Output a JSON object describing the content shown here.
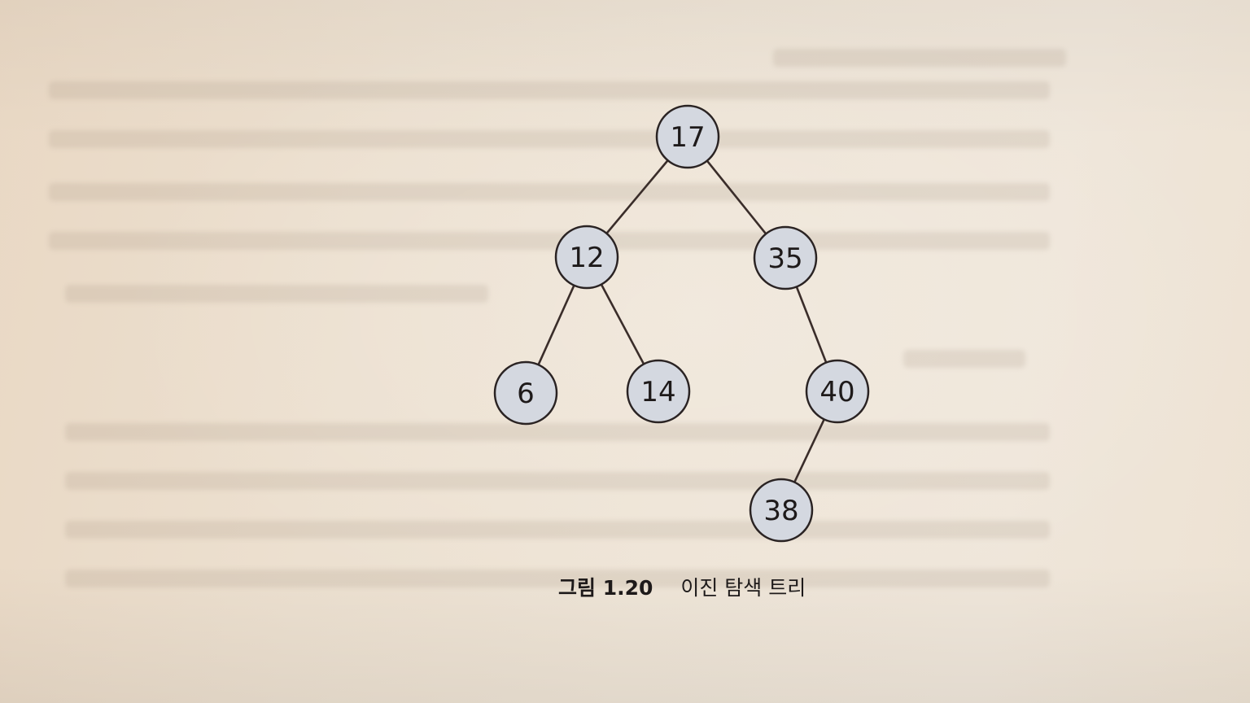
{
  "diagram": {
    "nodes": [
      {
        "id": "n17",
        "label": "17"
      },
      {
        "id": "n12",
        "label": "12"
      },
      {
        "id": "n35",
        "label": "35"
      },
      {
        "id": "n6",
        "label": "6"
      },
      {
        "id": "n14",
        "label": "14"
      },
      {
        "id": "n40",
        "label": "40"
      },
      {
        "id": "n38",
        "label": "38"
      }
    ],
    "edges": [
      {
        "from": "n17",
        "to": "n12"
      },
      {
        "from": "n17",
        "to": "n35"
      },
      {
        "from": "n12",
        "to": "n6"
      },
      {
        "from": "n12",
        "to": "n14"
      },
      {
        "from": "n35",
        "to": "n40"
      },
      {
        "from": "n40",
        "to": "n38"
      }
    ]
  },
  "caption": {
    "figure_number": "그림 1.20",
    "title": "이진 탐색 트리"
  }
}
